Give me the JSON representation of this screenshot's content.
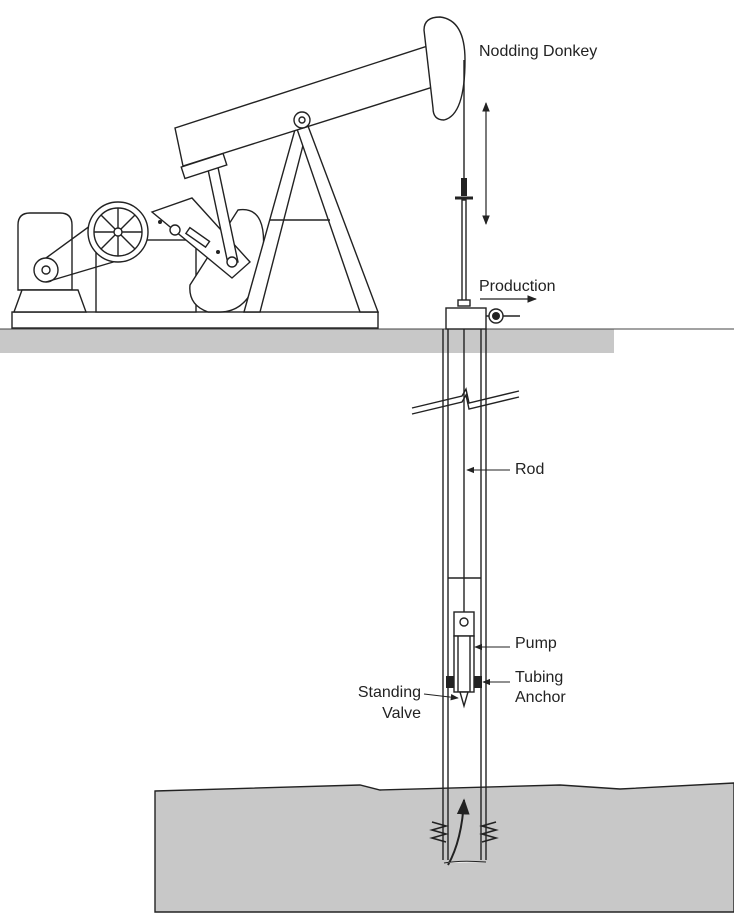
{
  "labels": {
    "nodding_donkey": "Nodding Donkey",
    "production": "Production",
    "rod": "Rod",
    "pump": "Pump",
    "tubing_anchor_line1": "Tubing",
    "tubing_anchor_line2": "Anchor",
    "standing_valve_line1": "Standing",
    "standing_valve_line2": "Valve"
  },
  "colors": {
    "ground": "#c8c8c8",
    "reservoir": "#c8c8c8",
    "line": "#222222",
    "background": "#ffffff"
  }
}
